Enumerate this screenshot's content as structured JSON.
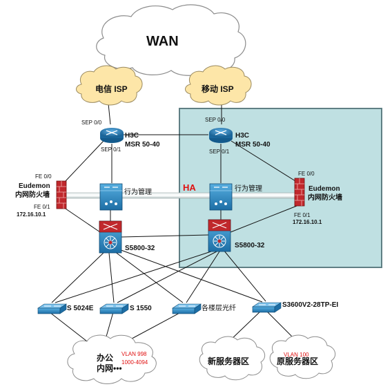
{
  "colors": {
    "ha_zone_fill": "#bfe0e2",
    "ha_zone_stroke": "#5f7f84",
    "cloud_isp_fill": "#fde6a8",
    "router_blue": "#1d6fa8",
    "switch_blue": "#2b86c4",
    "firewall_red": "#c0282c",
    "ha_text": "#e01010",
    "vlan_text": "#e01010"
  },
  "wan": {
    "label": "WAN"
  },
  "isps": [
    {
      "id": "telecom",
      "label": "电信 ISP"
    },
    {
      "id": "mobile",
      "label": "移动 ISP"
    }
  ],
  "routers": [
    {
      "id": "r1",
      "name_line1": "H3C",
      "name_line2": "MSR 50-40",
      "port_top": "SEP 0/0",
      "port_bottom": "SEP 0/1"
    },
    {
      "id": "r2",
      "name_line1": "H3C",
      "name_line2": "MSR 50-40",
      "port_top": "SEP 0/0",
      "port_bottom": "SEP 0/1"
    }
  ],
  "firewalls": [
    {
      "id": "fw1",
      "name_line1": "Eudemon",
      "name_line2": "内网防火墙",
      "port_top": "FE 0/0",
      "port_bottom": "FE 0/1",
      "ip": "172.16.10.1"
    },
    {
      "id": "fw2",
      "name_line1": "Eudemon",
      "name_line2": "内网防火墙",
      "port_top": "FE 0/0",
      "port_bottom": "FE 0/1",
      "ip": "172.16.10.1"
    }
  ],
  "behavior_mgmt": [
    {
      "id": "bm1",
      "label": "行为管理"
    },
    {
      "id": "bm2",
      "label": "行为管理"
    }
  ],
  "ha_label": "HA",
  "core_switches": [
    {
      "id": "c1",
      "label": "S5800-32"
    },
    {
      "id": "c2",
      "label": "S5800-32"
    }
  ],
  "access_switches": [
    {
      "id": "a1",
      "label": "S 5024E"
    },
    {
      "id": "a2",
      "label": "S 1550"
    },
    {
      "id": "a3",
      "label": "各楼层光纤"
    },
    {
      "id": "a4",
      "label": "S3600V2-28TP-EI"
    }
  ],
  "bottom_clouds": [
    {
      "id": "office",
      "label_line1": "办公",
      "label_line2": "内网•••",
      "vlan_line1": "VLAN 998",
      "vlan_line2": "1000-4094"
    },
    {
      "id": "new_srv",
      "label": "新服务器区"
    },
    {
      "id": "old_srv",
      "label": "原服务器区",
      "vlan": "VLAN 100"
    }
  ]
}
